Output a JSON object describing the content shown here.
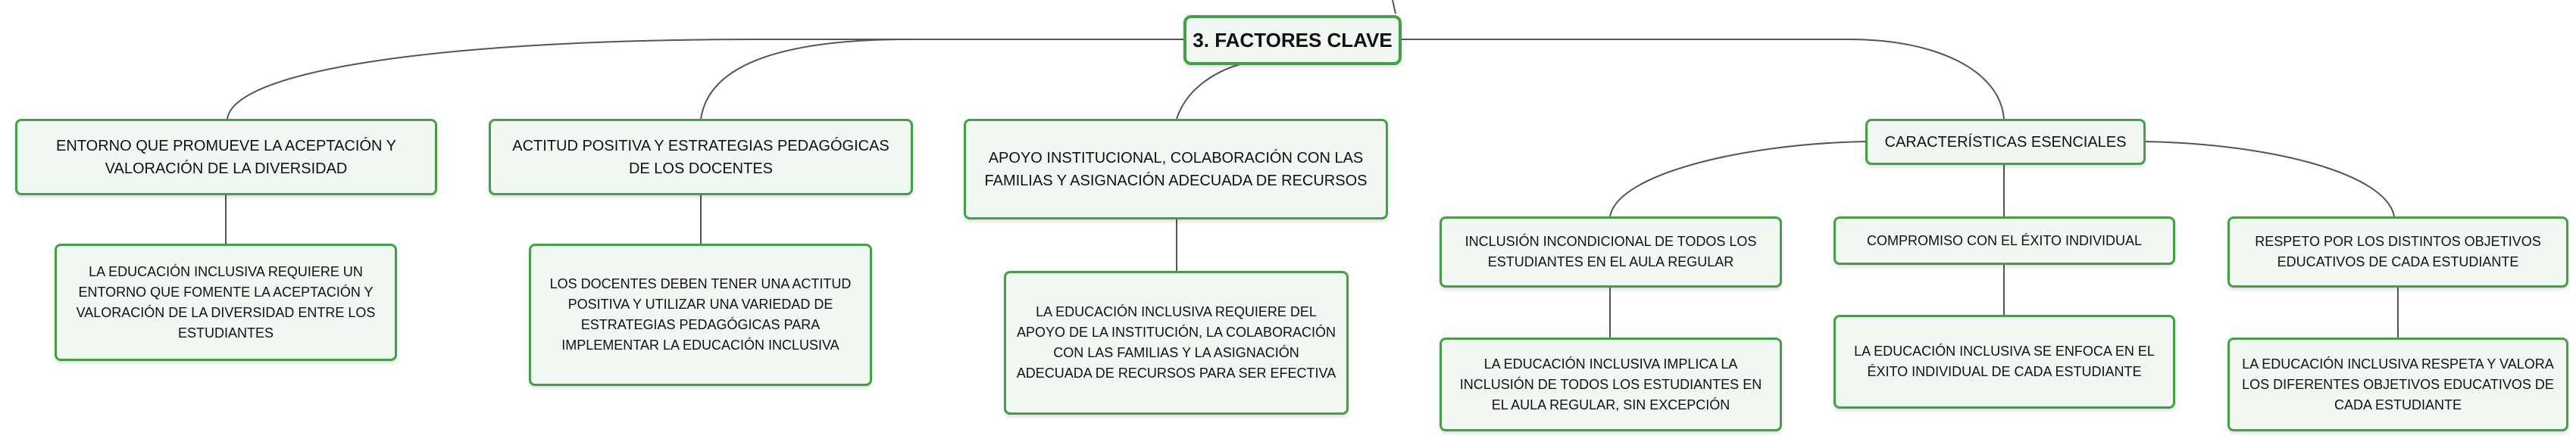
{
  "root": {
    "label": "3. FACTORES CLAVE"
  },
  "branches": [
    {
      "label": "ENTORNO QUE PROMUEVE LA ACEPTACIÓN Y VALORACIÓN DE LA DIVERSIDAD",
      "detail": "LA EDUCACIÓN INCLUSIVA REQUIERE UN ENTORNO QUE FOMENTE LA ACEPTACIÓN Y VALORACIÓN DE LA DIVERSIDAD ENTRE LOS ESTUDIANTES"
    },
    {
      "label": "ACTITUD POSITIVA Y ESTRATEGIAS PEDAGÓGICAS DE LOS DOCENTES",
      "detail": "LOS DOCENTES DEBEN TENER UNA ACTITUD POSITIVA Y UTILIZAR UNA VARIEDAD DE ESTRATEGIAS PEDAGÓGICAS PARA IMPLEMENTAR LA EDUCACIÓN INCLUSIVA"
    },
    {
      "label": "APOYO INSTITUCIONAL, COLABORACIÓN CON LAS FAMILIAS Y ASIGNACIÓN ADECUADA DE RECURSOS",
      "detail": "LA EDUCACIÓN INCLUSIVA REQUIERE DEL APOYO DE LA INSTITUCIÓN, LA COLABORACIÓN CON LAS FAMILIAS Y LA ASIGNACIÓN ADECUADA DE RECURSOS PARA SER EFECTIVA"
    },
    {
      "label": "CARACTERÍSTICAS ESENCIALES",
      "children": [
        {
          "label": "INCLUSIÓN INCONDICIONAL DE TODOS LOS ESTUDIANTES EN EL AULA REGULAR",
          "detail": "LA EDUCACIÓN INCLUSIVA IMPLICA LA INCLUSIÓN DE TODOS LOS ESTUDIANTES EN EL AULA REGULAR, SIN EXCEPCIÓN"
        },
        {
          "label": "COMPROMISO CON EL ÉXITO INDIVIDUAL",
          "detail": "LA EDUCACIÓN INCLUSIVA SE ENFOCA EN EL ÉXITO INDIVIDUAL DE CADA ESTUDIANTE"
        },
        {
          "label": "RESPETO POR LOS DISTINTOS OBJETIVOS EDUCATIVOS DE CADA ESTUDIANTE",
          "detail": "LA EDUCACIÓN INCLUSIVA RESPETA Y VALORA LOS DIFERENTES OBJETIVOS EDUCATIVOS DE CADA ESTUDIANTE"
        }
      ]
    }
  ],
  "colors": {
    "border": "#43a047",
    "fill": "#f1f8f1",
    "line": "#555555"
  }
}
